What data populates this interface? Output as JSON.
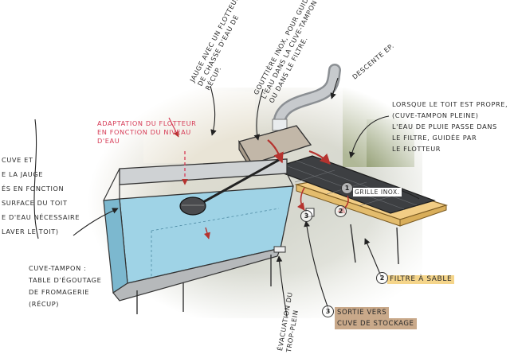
{
  "notes": {
    "left_cut": [
      "CUVE ET",
      "E LA JAUGE",
      "ÉS EN FONCTION",
      "SURFACE DU TOIT",
      "E D'EAU NÉCESSAIRE",
      "LAVER LE TOIT)"
    ],
    "cuve_tampon": [
      "CUVE-TAMPON :",
      "TABLE D'ÉGOUTAGE",
      "DE FROMAGERIE",
      "(RÉCUP)"
    ],
    "jauge": [
      "JAUGE AVEC UN FLOTTEUR",
      "DE CHASSE D'EAU DE",
      "RÉCUP."
    ],
    "gouttiere": [
      "GOUTTIÈRE INOX, POUR GUIDER",
      "L'EAU DANS LA CUVE-TAMPON",
      "OU DANS LE FILTRE."
    ],
    "descente": [
      "DESCENTE EP."
    ],
    "adaptation": [
      "ADAPTATION DU FLOTTEUR",
      "EN FONCTION DU NIVEAU",
      "D'EAU"
    ],
    "toit_propre": [
      "LORSQUE LE TOIT EST PROPRE,",
      "(CUVE-TAMPON PLEINE)",
      "L'EAU DE PLUIE PASSE DANS",
      "LE FILTRE, GUIDÉE PAR",
      "LE FLOTTEUR"
    ],
    "grille": "GRILLE INOX.",
    "filtre": "FILTRE À SABLE",
    "sortie": [
      "SORTIE VERS",
      "CUVE DE STOCKAGE"
    ],
    "evacuation": [
      "ÉVACUATION DU",
      "TROP-PLEIN"
    ]
  },
  "markers": {
    "one": "1",
    "two": "2",
    "three": "3",
    "filter_two": "2",
    "sortie_three": "3"
  },
  "colors": {
    "water": "#9fd3e6",
    "sand": "#f2cd85",
    "metal": "#c9ccd0",
    "red_note": "#d63a55",
    "arrow_red": "#b5332f"
  }
}
